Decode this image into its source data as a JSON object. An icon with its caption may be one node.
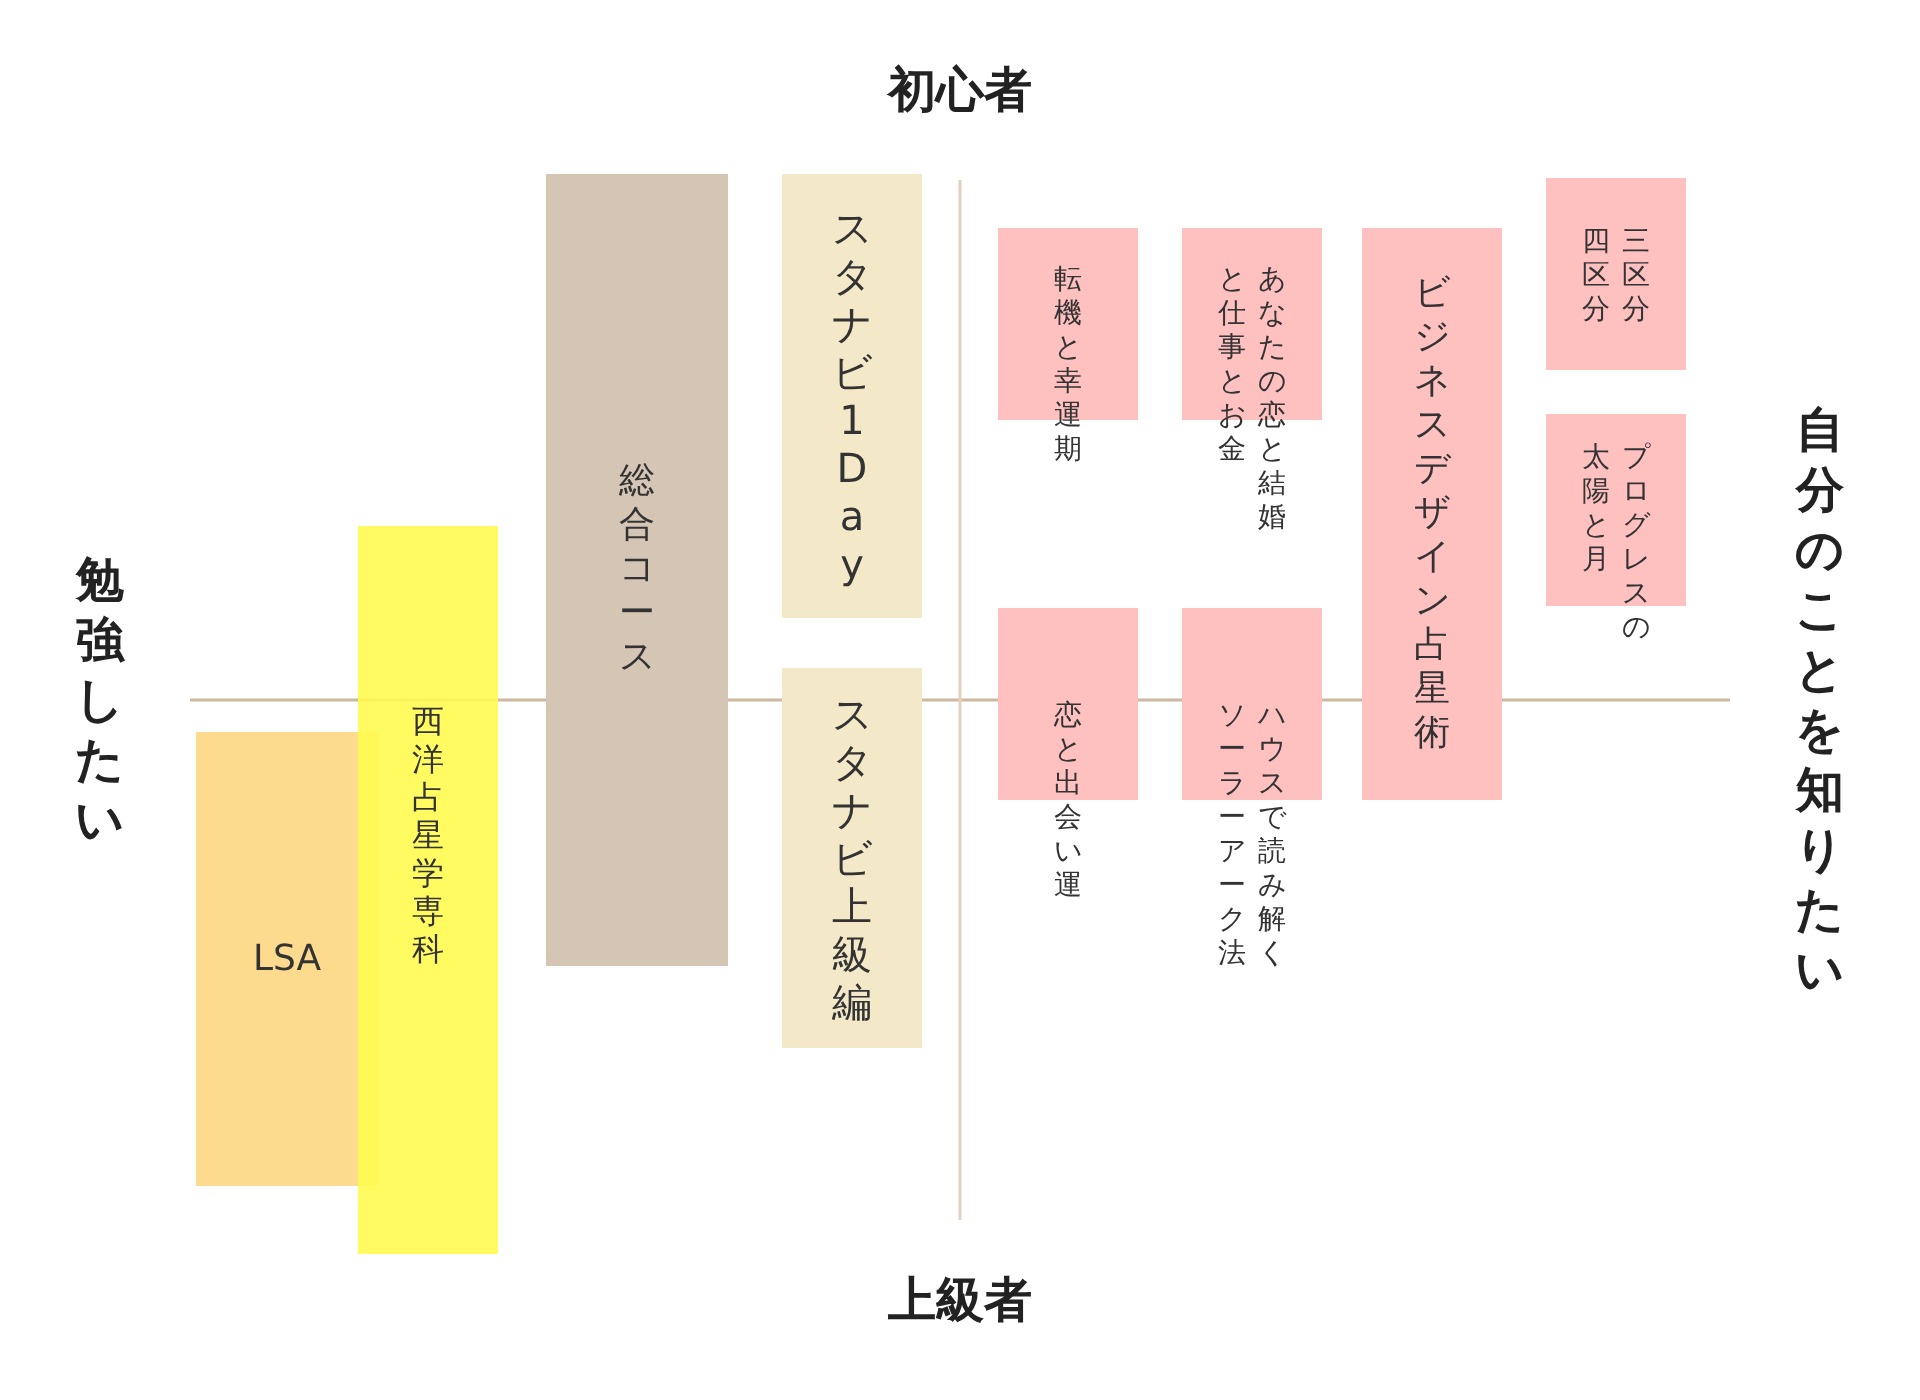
{
  "diagram": {
    "nodes": [
      {
        "text": [
          "総合コース"
        ]
      },
      {
        "text": [
          "スタナビ1Day"
        ]
      },
      {
        "text": [
          "スタナビ上級編"
        ]
      },
      {
        "text": [
          "西洋占星学専科"
        ]
      },
      {
        "text": [
          "LSA"
        ]
      },
      {
        "text": [
          "転機と幸運期"
        ]
      },
      {
        "text": [
          "あなたの恋と結婚と仕事とお金"
        ]
      },
      {
        "text": [
          "恋と出会い運"
        ]
      },
      {
        "text": [
          "ハウスで読み解くソーラーアーク法"
        ]
      },
      {
        "text": [
          "ビジネスデザイン占星術"
        ]
      },
      {
        "text": [
          "三区分四区分"
        ]
      },
      {
        "text": [
          "プログレスの太陽と月"
        ]
      }
    ],
    "labels": [
      "初心者",
      "勉強したい",
      "自分のことを知りたい",
      "上級者"
    ]
  }
}
